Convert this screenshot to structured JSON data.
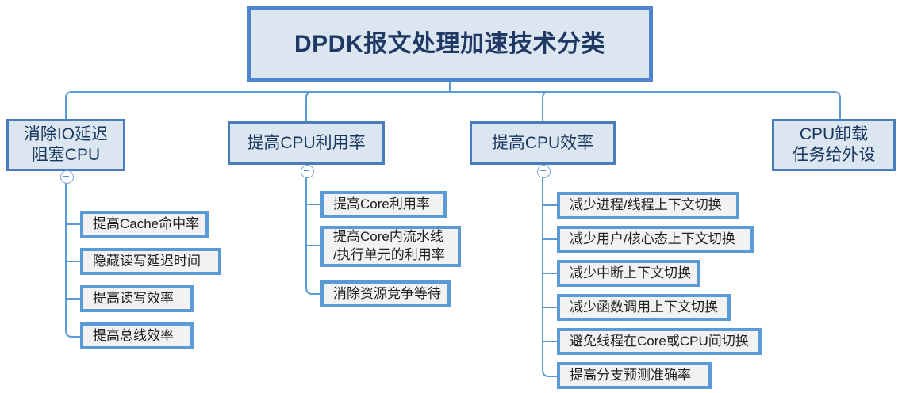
{
  "diagram": {
    "type": "org-chart-mindmap",
    "root": {
      "label": "DPDK报文处理加速技术分类",
      "fill": "#dce6f1",
      "border": "#4e83cf"
    },
    "branches": [
      {
        "label": "消除IO延迟\n阻塞CPU",
        "has_collapse_toggle": true,
        "children": [
          {
            "label": "提高Cache命中率"
          },
          {
            "label": "隐藏读写延迟时间"
          },
          {
            "label": "提高读写效率"
          },
          {
            "label": "提高总线效率"
          }
        ]
      },
      {
        "label": "提高CPU利用率",
        "has_collapse_toggle": true,
        "children": [
          {
            "label": "提高Core利用率"
          },
          {
            "label": "提高Core内流水线\n/执行单元的利用率"
          },
          {
            "label": "消除资源竞争等待"
          }
        ]
      },
      {
        "label": "提高CPU效率",
        "has_collapse_toggle": true,
        "children": [
          {
            "label": "减少进程/线程上下文切换"
          },
          {
            "label": "减少用户/核心态上下文切换"
          },
          {
            "label": "减少中断上下文切换"
          },
          {
            "label": "减少函数调用上下文切换"
          },
          {
            "label": "避免线程在Core或CPU间切换"
          },
          {
            "label": "提高分支预测准确率"
          }
        ]
      },
      {
        "label": "CPU卸载\n任务给外设",
        "has_collapse_toggle": false,
        "children": []
      }
    ],
    "colors": {
      "node_fill": "#dce6f1",
      "node_border": "#4a7ebb",
      "leaf_fill": "#f2f2f2",
      "leaf_border": "#5b9bd5",
      "connector": "#5b9bd5",
      "text": "#17375e"
    },
    "icons": {
      "collapse": "minus-circle-icon"
    }
  }
}
